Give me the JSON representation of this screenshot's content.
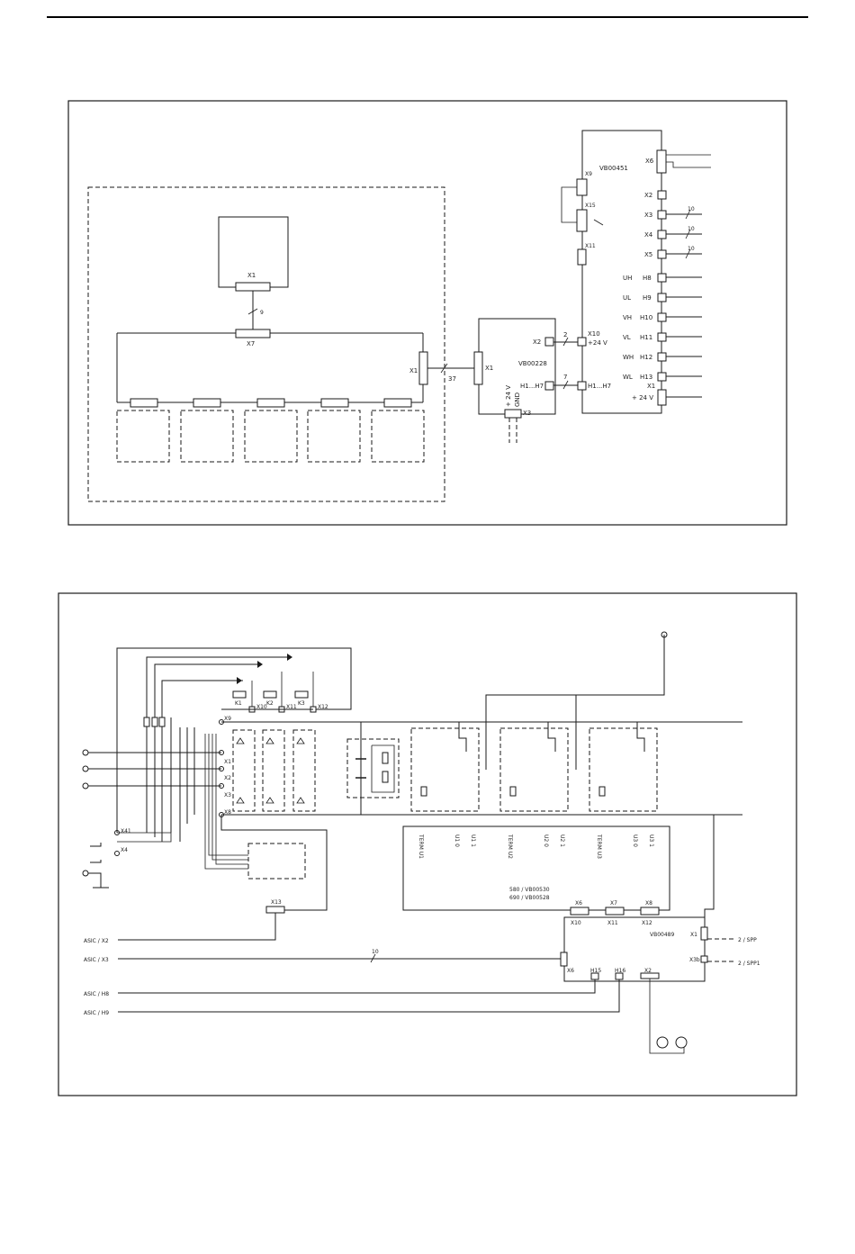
{
  "top_diagram": {
    "terminals": {
      "x1_top": "X1",
      "x7": "X7",
      "x1_left": "X1",
      "x1_mid": "X1",
      "x2_mid": "X2",
      "h1h7_mid": "H1...H7",
      "x3_mid": "X3",
      "x10": "X10",
      "plus24v_x10": "+24 V",
      "h1h7_right": "H1...H7",
      "x6": "X6",
      "x9": "X9",
      "x15": "X15",
      "x2": "X2",
      "x3": "X3",
      "x4": "X4",
      "x5": "X5",
      "x11": "X11",
      "uh": "UH",
      "h8": "H8",
      "ul": "UL",
      "h9": "H9",
      "vh": "VH",
      "h10": "H10",
      "vl": "VL",
      "h11": "H11",
      "wh": "WH",
      "h12": "H12",
      "wl": "WL",
      "h13": "H13",
      "x1_right": "X1",
      "plus24v_right": "+ 24 V"
    },
    "wire_counts": {
      "w9": "9",
      "w37": "37",
      "w2": "2",
      "w7": "7",
      "w10a": "10",
      "w10b": "10",
      "w10c": "10"
    },
    "boards": {
      "mid_board": "VB00228",
      "right_board": "VB00451"
    },
    "supply": {
      "plus24": "+ 24 V",
      "gnd": "GND"
    }
  },
  "bottom_diagram": {
    "terminals": {
      "x10": "X10",
      "x11": "X11",
      "x12": "X12",
      "x9": "X9",
      "x1": "X1",
      "x2": "X2",
      "x3": "X3",
      "x8": "X8",
      "x41": "X41",
      "x4": "X4",
      "x13": "X13",
      "k1": "K1",
      "k2": "K2",
      "k3": "K3",
      "x6_bar": "X6",
      "x7_bar": "X7",
      "x8_bar": "X8",
      "x10_b": "X10",
      "x11_b": "X11",
      "x12_b": "X12",
      "x1_b": "X1",
      "x3b": "X3b",
      "x6_b": "X6",
      "h15": "H15",
      "h16": "H16",
      "x2_b": "X2"
    },
    "module_labels": {
      "term_u1": "TERM U1",
      "term_u2": "TERM U2",
      "term_u3": "TERM U3",
      "u1_0": "U1 0",
      "u1_1": "U1 1",
      "u2_0": "U2 0",
      "u2_1": "U2 1",
      "u3_0": "U3 0",
      "u3_1": "U3 1"
    },
    "board_note_1": "580 / VB00530",
    "board_note_2": "690 / VB00528",
    "controller": "VB00489",
    "signals": {
      "asic_x2": "ASIC / X2",
      "asic_x3": "ASIC / X3",
      "asic_h8": "ASIC / H8",
      "asic_h9": "ASIC / H9",
      "spp": "2 / SPP",
      "spp1": "2 / SPP1",
      "w10": "10"
    }
  }
}
